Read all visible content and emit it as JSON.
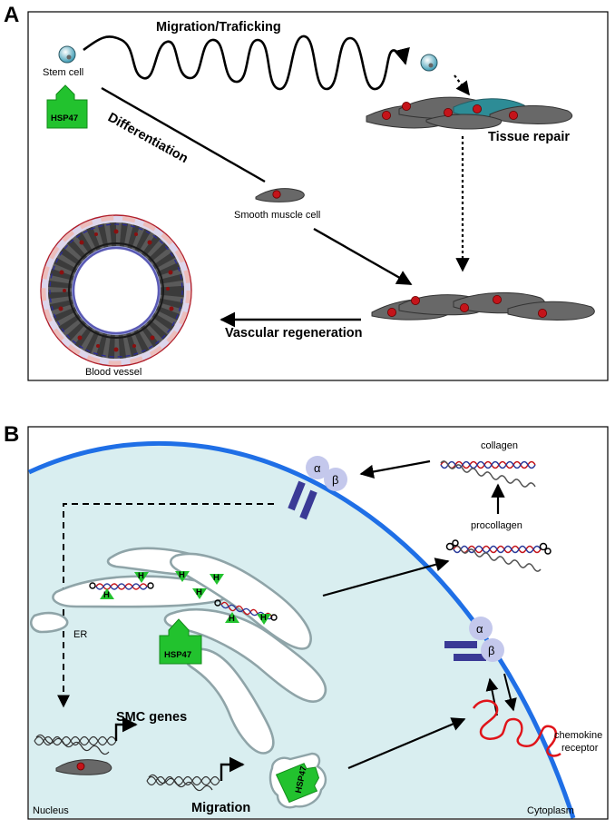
{
  "panel_a": {
    "letter": "A",
    "migration_label": "Migration/Traficking",
    "stem_cell_label": "Stem cell",
    "hsp_label": "HSP47",
    "differentiation_label": "Differentiation",
    "tissue_repair_label": "Tissue repair",
    "smooth_muscle_label": "Smooth muscle cell",
    "vascular_regeneration_label": "Vascular regeneration",
    "blood_vessel_label": "Blood vessel"
  },
  "panel_b": {
    "letter": "B",
    "collagen_label": "collagen",
    "procollagen_label": "procollagen",
    "er_label": "ER",
    "hsp_label_er": "HSP47",
    "hsp_label_migration": "HSP47",
    "h_label": "H",
    "alpha_label": "α",
    "beta_label": "β",
    "smc_genes_label": "SMC genes",
    "migration_label": "Migration",
    "chemokine_label_line1": "chemokine",
    "chemokine_label_line2": "receptor",
    "nucleus_label": "Nucleus",
    "cytoplasm_label": "Cytoplasm"
  },
  "colors": {
    "hsp_green": "#22c22e",
    "membrane_blue": "#1f6fe6",
    "nucleus_fill": "#d9eef0",
    "cell_grey": "#686868",
    "nucleus_red": "#c4141a",
    "integrin_light": "#c4c8ec",
    "integrin_dark": "#3a3a96",
    "receptor_red": "#e0141a",
    "er_outline": "#8fa4a8"
  }
}
